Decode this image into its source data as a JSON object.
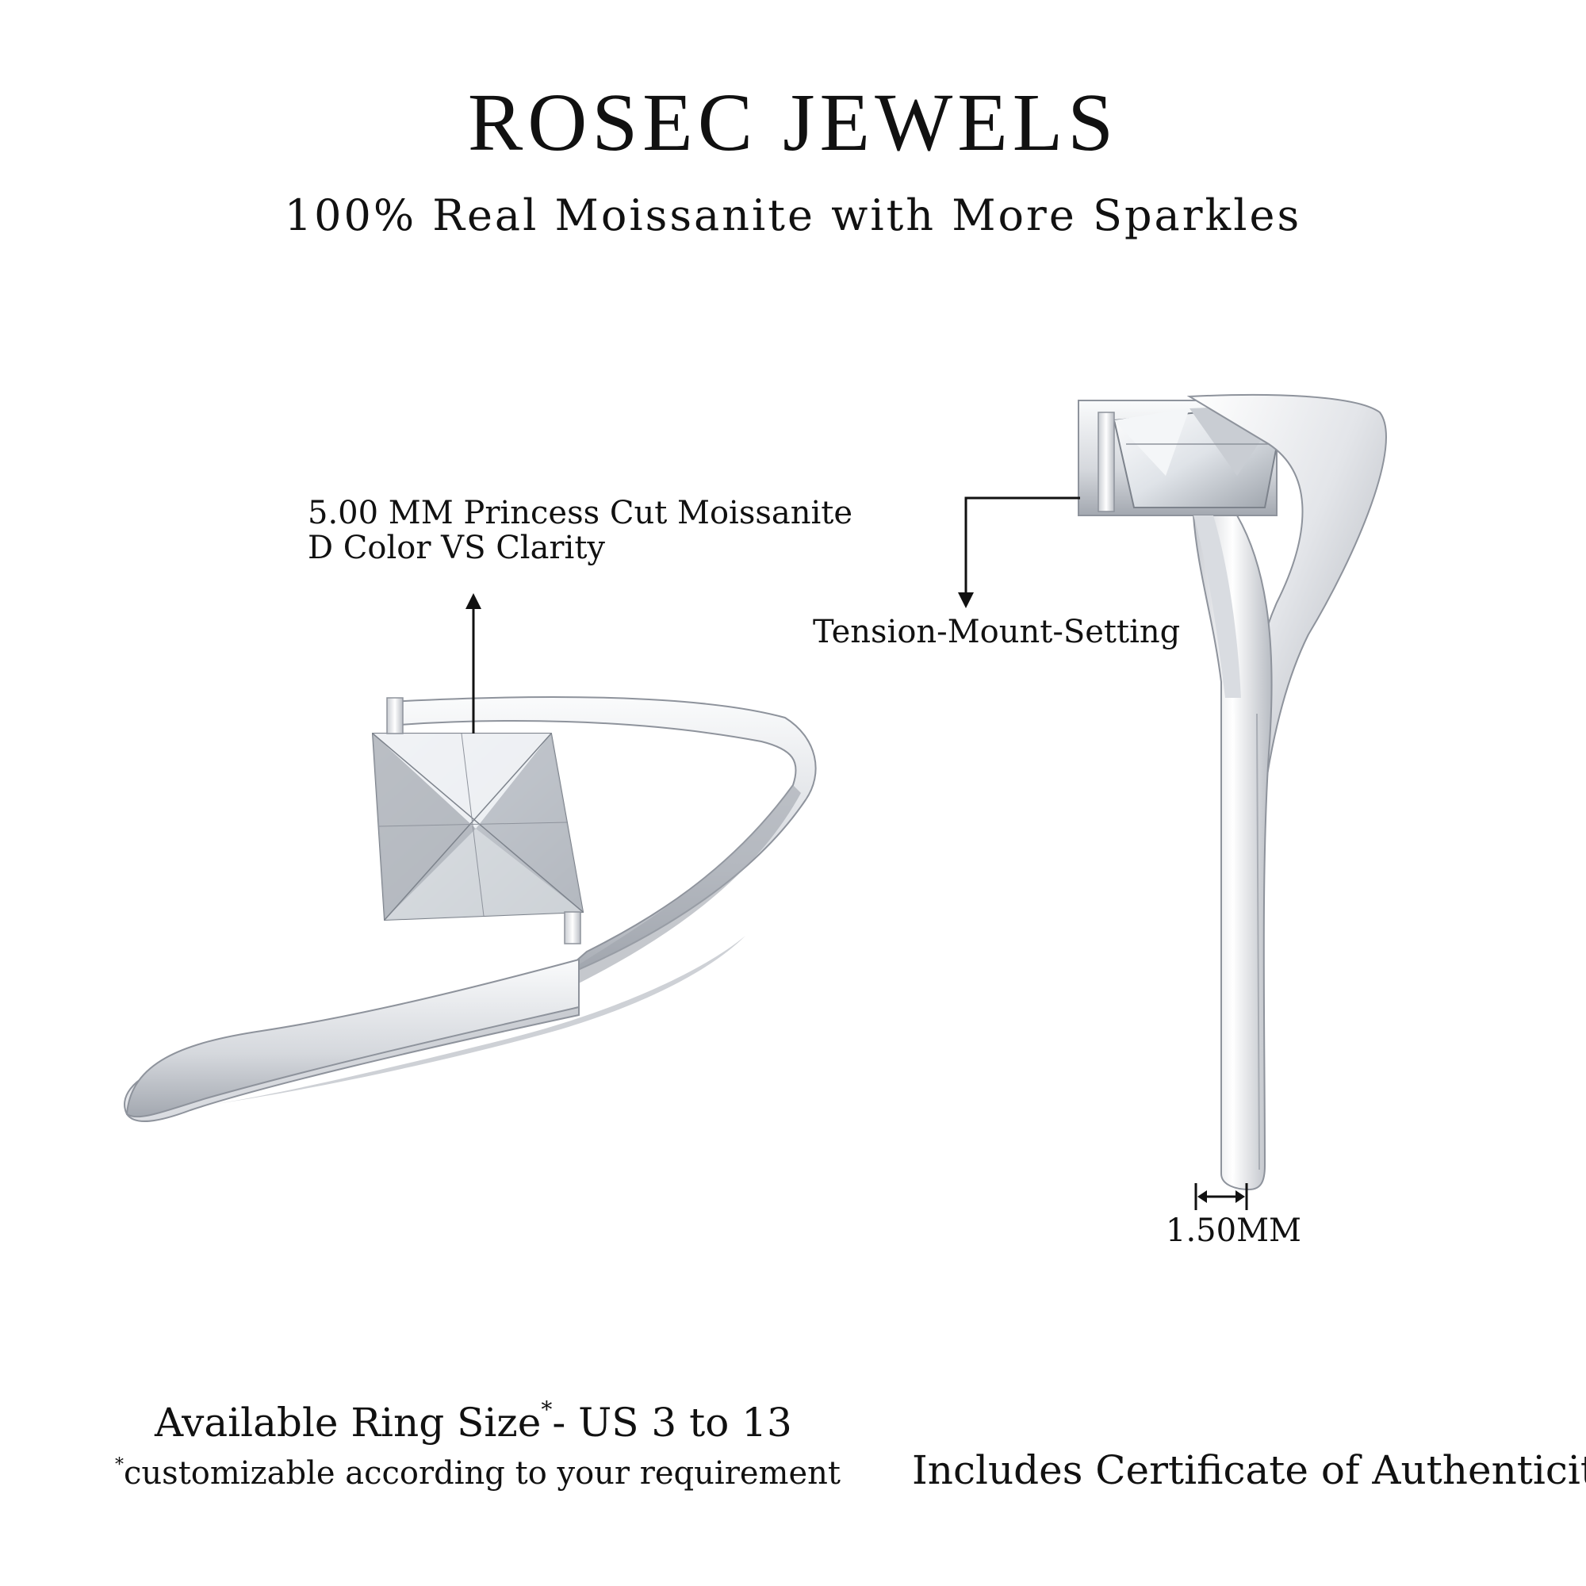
{
  "header": {
    "brand": "ROSEC JEWELS",
    "tagline": "100% Real Moissanite with More Sparkles"
  },
  "annotations": {
    "stone_line1": "5.00 MM Princess Cut Moissanite",
    "stone_line2": "D Color VS Clarity",
    "setting": "Tension-Mount-Setting",
    "band_width": "1.50MM"
  },
  "footer": {
    "ring_size_prefix": "Available Ring Size",
    "ring_size_asterisk": "*",
    "ring_size_value": "- US 3 to 13",
    "note_asterisk": "*",
    "note_text": "customizable according to your requirement",
    "certificate": "Includes Certificate of Authenticity"
  },
  "colors": {
    "background": "#ffffff",
    "text": "#111111",
    "metal_light": "#f4f5f7",
    "metal_mid": "#cfd2d8",
    "metal_dark": "#8e939c"
  }
}
